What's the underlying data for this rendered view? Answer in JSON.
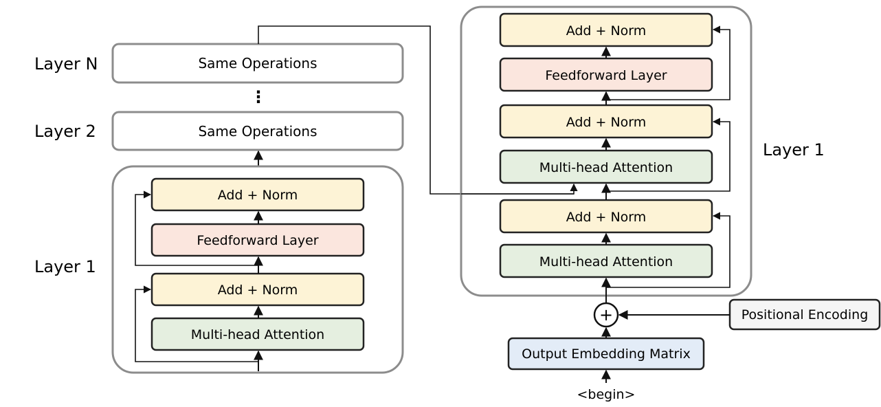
{
  "encoder": {
    "layer_n_label": "Layer N",
    "layer_2_label": "Layer 2",
    "layer_1_label": "Layer 1",
    "same_ops_n": "Same Operations",
    "same_ops_2": "Same Operations",
    "ellipsis": "⋮",
    "blocks": {
      "add_norm_top": "Add + Norm",
      "feedforward": "Feedforward Layer",
      "add_norm_bottom": "Add + Norm",
      "attention": "Multi-head Attention"
    }
  },
  "decoder": {
    "layer_label": "Layer 1",
    "blocks": {
      "add_norm_top": "Add + Norm",
      "feedforward": "Feedforward Layer",
      "add_norm_mid": "Add + Norm",
      "cross_attention": "Multi-head Attention",
      "add_norm_bottom": "Add + Norm",
      "self_attention": "Multi-head Attention"
    },
    "plus_symbol": "+",
    "positional_encoding": "Positional Encoding",
    "output_embedding": "Output Embedding Matrix",
    "input_token": "<begin>"
  },
  "colors": {
    "add_norm": "#fdf3d6",
    "feedforward": "#fbe6de",
    "attention": "#e5efe0",
    "embedding": "#e3ecf7",
    "plain": "#ffffff",
    "group_border": "#8c8c8c",
    "box_border": "#222222"
  }
}
